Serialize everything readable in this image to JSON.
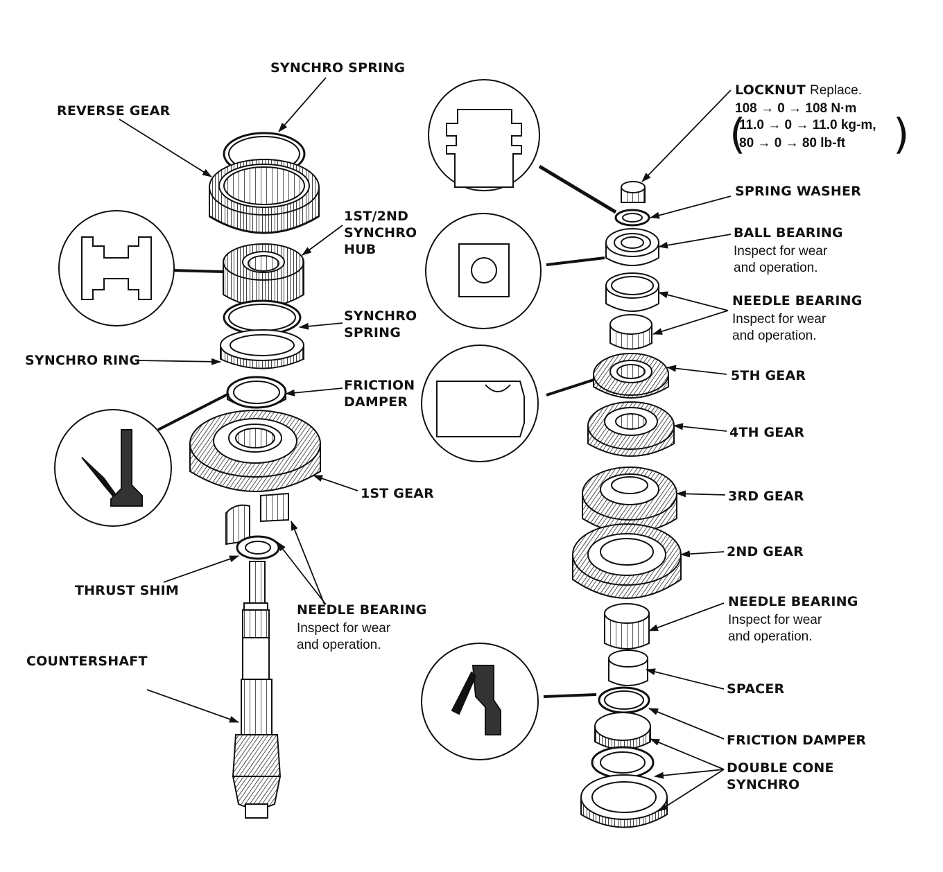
{
  "labels": {
    "synchro_spring_top": "SYNCHRO SPRING",
    "reverse_gear": "REVERSE GEAR",
    "synchro_hub": [
      "1ST/2ND",
      "SYNCHRO",
      "HUB"
    ],
    "synchro_spring_mid": [
      "SYNCHRO",
      "SPRING"
    ],
    "synchro_ring": "SYNCHRO RING",
    "friction_damper_left": [
      "FRICTION",
      "DAMPER"
    ],
    "first_gear": "1ST GEAR",
    "thrust_shim": "THRUST SHIM",
    "needle_bearing_left": "NEEDLE BEARING",
    "countershaft": "COUNTERSHAFT",
    "locknut": "LOCKNUT",
    "spring_washer": "SPRING WASHER",
    "ball_bearing": "BALL BEARING",
    "needle_bearing_right_top": "NEEDLE BEARING",
    "fifth_gear": "5TH GEAR",
    "fourth_gear": "4TH GEAR",
    "third_gear": "3RD GEAR",
    "second_gear": "2ND GEAR",
    "needle_bearing_right_bottom": "NEEDLE BEARING",
    "spacer": "SPACER",
    "friction_damper_right": "FRICTION DAMPER",
    "double_cone_synchro": [
      "DOUBLE CONE",
      "SYNCHRO"
    ]
  },
  "notes": {
    "locknut_replace": "Replace.",
    "locknut_torque": [
      "108 → 0 → 108 N·m",
      "11.0 → 0 → 11.0 kg-m,",
      "80 → 0 → 80 lb-ft"
    ],
    "inspect": [
      "Inspect for wear",
      "and operation."
    ]
  }
}
